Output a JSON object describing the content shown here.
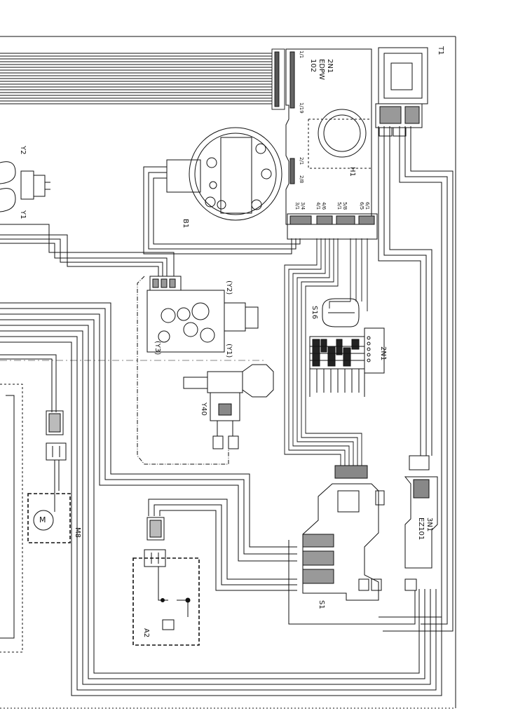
{
  "diagram": {
    "components": {
      "t1": "T1",
      "board_2n1_id": "2N1",
      "board_2n1_name": "EDPW",
      "board_2n1_num": "102",
      "h1": "H1",
      "b1": "B1",
      "y1": "Y1",
      "y2": "Y2",
      "valve_y1": "(Y1)",
      "valve_y2": "(Y2)",
      "valve_y3": "(Y3)",
      "s16": "S16",
      "k2n1": "2N1",
      "y40": "Y40",
      "m8": "M8",
      "a2": "A2",
      "s1": "S1",
      "ez_id": "3N1",
      "ez_name": "EZ101",
      "motor_symbol": "M"
    },
    "pins": {
      "p1_1": "1/1",
      "p1_19": "1/19",
      "p2_1": "2/1",
      "p2_8": "2/8",
      "p3_1": "3/1",
      "p3_4": "3/4",
      "p4_1": "4/1",
      "p4_6": "4/6",
      "p5_1": "5/1",
      "p5_8": "5/8",
      "p6_5": "6/5",
      "p6_1": "6/1"
    }
  }
}
